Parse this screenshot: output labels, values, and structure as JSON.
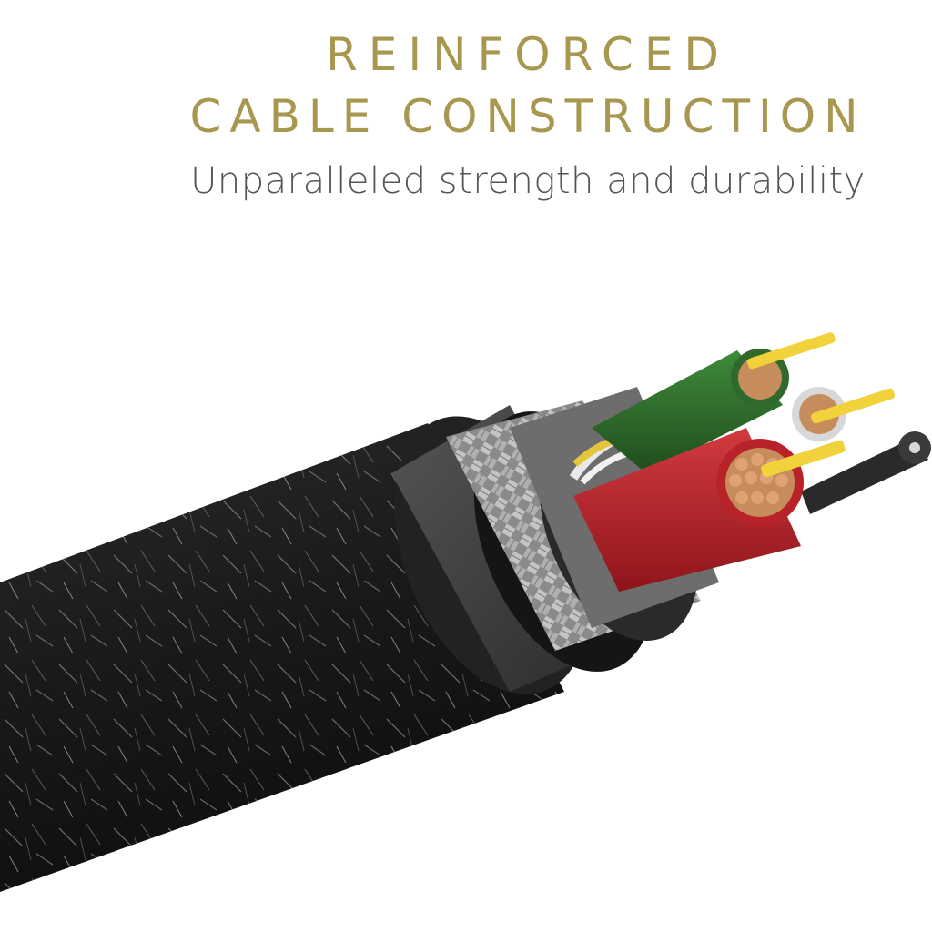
{
  "heading": {
    "line1": "REINFORCED",
    "line2": "CABLE CONSTRUCTION"
  },
  "subheading": "Unparalleled strength and durability",
  "colors": {
    "heading": "#a8974f",
    "subheading": "#555555",
    "jacket": "#1c1c1c",
    "inner_sheath": "#3a3a3a",
    "braid_shield": "#a6a6a6",
    "red_wire": "#b8232a",
    "green_wire": "#2f6a2c",
    "white_wire": "#d8d8d8",
    "copper": "#c78c5c",
    "gold_pin": "#f2d23a"
  }
}
